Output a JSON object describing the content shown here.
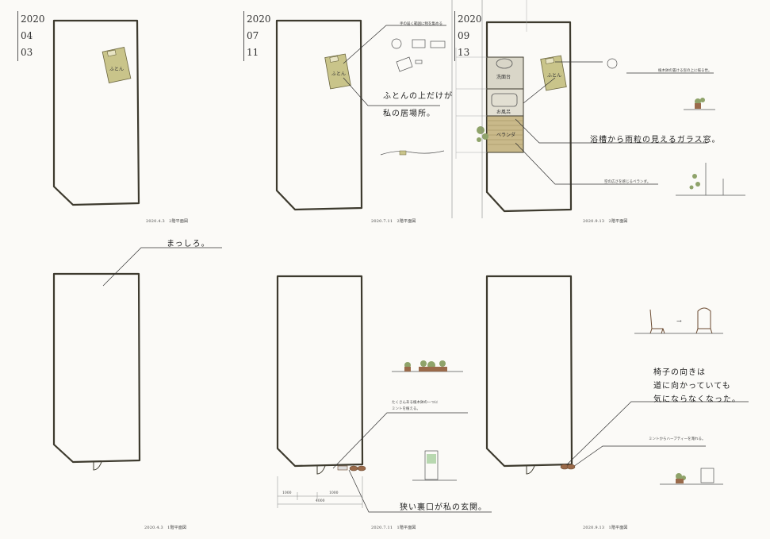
{
  "panels": {
    "p1": {
      "year": "2020",
      "month": "04",
      "day": "03",
      "caption": "2020.4.3　2階平面図",
      "futon": "ふとん"
    },
    "p2": {
      "year": "2020",
      "month": "07",
      "day": "11",
      "caption": "2020.7.11　2階平面図",
      "futon": "ふとん",
      "note_small": "手の届く範囲に物を集める",
      "note_big_1": "ふとんの上だけが",
      "note_big_2": "私の居場所。"
    },
    "p3": {
      "year": "2020",
      "month": "09",
      "day": "13",
      "caption": "2020.9.13　2階平面図",
      "futon": "ふとん",
      "room_wash": "洗面台",
      "room_bath": "お風呂",
      "room_veranda": "ベランダ",
      "note_window_sill": "植木鉢の置ける窓の上に揃る世。",
      "note_window": "浴槽から雨粒の見えるガラス窓。",
      "note_veranda": "空の広さを感じるベランダ。"
    },
    "p4": {
      "caption": "2020.4.3　1階平面図",
      "note_big": "まっしろ。"
    },
    "p5": {
      "caption": "2020.7.11　1階平面図",
      "note_small_1": "たくさんある植木鉢の一つに",
      "note_small_2": "ミントを植える。",
      "note_big": "狭い裏口が私の玄関。",
      "dim_1": "1000",
      "dim_2": "1000",
      "dim_total": "4000"
    },
    "p6": {
      "caption": "2020.9.13　1階平面図",
      "note_big_1": "椅子の向きは",
      "note_big_2": "道に向かっていても",
      "note_big_3": "気にならなくなった。",
      "note_small": "ミントからハーブティーを淹れる。",
      "arrow": "→"
    }
  },
  "colors": {
    "wall": "#3d3a2e",
    "futon": "#c9c48a",
    "green": "#8fa36a",
    "terracotta": "#9a6a4a",
    "floor": "#b9b08a"
  }
}
